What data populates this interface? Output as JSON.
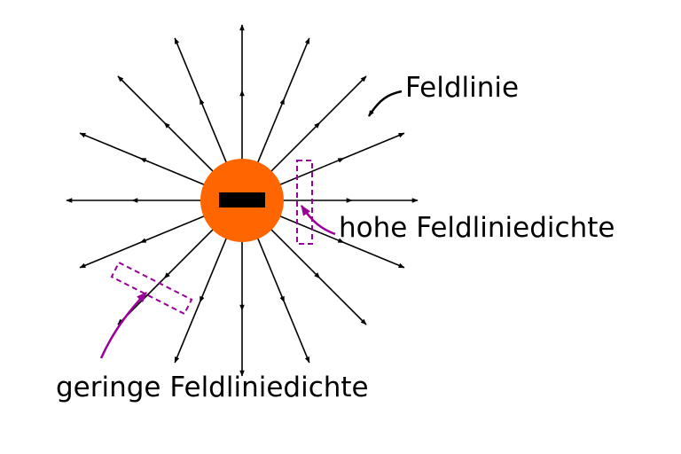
{
  "labels": {
    "field_line": "Feldlinie",
    "high_density": "hohe Feldliniedichte",
    "low_density": "geringe Feldliniedichte"
  },
  "charge": {
    "sign": "negative",
    "fill_color": "#ff6600",
    "sign_color": "#000000"
  },
  "field_lines": {
    "count": 16,
    "direction": "outward",
    "color": "#000000"
  },
  "annotation_color": "#990099"
}
